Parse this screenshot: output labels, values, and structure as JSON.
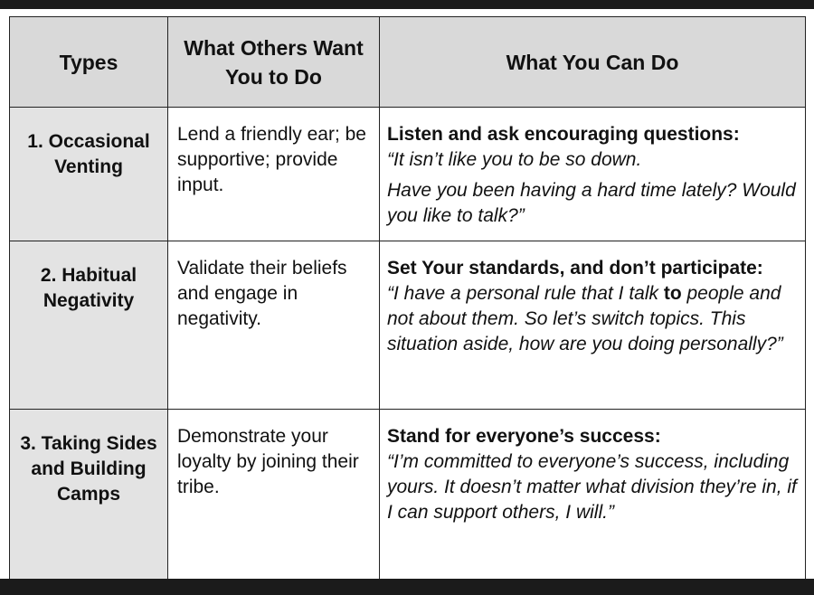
{
  "header": {
    "col1": "Types",
    "col2": "What Others Want You to Do",
    "col3": "What You Can Do"
  },
  "rows": [
    {
      "type": "1. Occasional Venting",
      "others": "Lend a friendly ear; be supportive; provide input.",
      "can_head": "Listen and ask encouraging questions:",
      "can_quote": "“It isn’t like you to be so down.",
      "can_quote2": "Have you been having a hard time lately? Would you like to talk?”"
    },
    {
      "type": "2. Habitual Negativity",
      "others": "Validate their beliefs and engage in negativity.",
      "can_head": "Set Your standards, and don’t participate:",
      "can_quote_a": "“I have a personal rule that I talk ",
      "can_quote_b": "to",
      "can_quote_c": " people and not about them. So let’s switch topics. This situation aside, how are you doing personally?”"
    },
    {
      "type": "3. Taking Sides and Building Camps",
      "others": "Demonstrate your loyalty by joining their tribe.",
      "can_head": "Stand for everyone’s success:",
      "can_quote": "“I’m committed to everyone’s success, including yours. It doesn’t matter what division they’re in, if I can support others, I will.”"
    }
  ]
}
